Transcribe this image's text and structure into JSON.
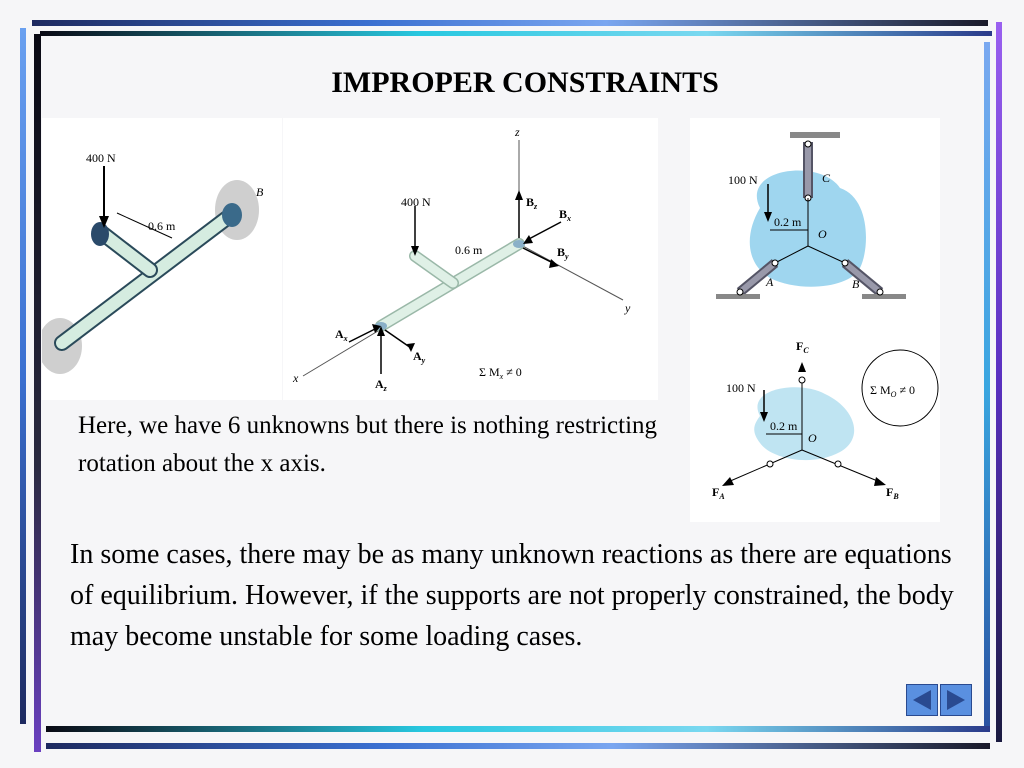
{
  "slide": {
    "title": "IMPROPER CONSTRAINTS",
    "caption_top": "Here, we have 6 unknowns but there is nothing restricting rotation about the x axis.",
    "caption_bottom": "In some cases, there may be as many unknown reactions as there are equations of equilibrium.  However, if the supports are not properly constrained, the body may become unstable for some loading cases."
  },
  "figure_left": {
    "force": "400 N",
    "dimension": "0.6 m",
    "point_b": "B"
  },
  "figure_fbd": {
    "force": "400 N",
    "dimension": "0.6 m",
    "axis_x": "x",
    "axis_y": "y",
    "axis_z": "z",
    "bz": "B",
    "bz_sub": "z",
    "bx": "B",
    "bx_sub": "x",
    "by": "B",
    "by_sub": "y",
    "ax": "A",
    "ax_sub": "x",
    "ay": "A",
    "ay_sub": "y",
    "az": "A",
    "az_sub": "z",
    "moment_eq": "Σ M",
    "moment_sub": "x",
    "moment_rhs": "≠ 0"
  },
  "figure_right_top": {
    "force": "100 N",
    "dimension": "0.2 m",
    "point_c": "C",
    "point_o": "O",
    "point_a": "A",
    "point_b": "B"
  },
  "figure_right_bottom": {
    "force": "100 N",
    "dimension": "0.2 m",
    "point_o": "O",
    "fc": "F",
    "fc_sub": "C",
    "fa": "F",
    "fa_sub": "A",
    "fb": "F",
    "fb_sub": "B",
    "moment_eq": "Σ M",
    "moment_sub": "O",
    "moment_rhs": "≠ 0"
  },
  "colors": {
    "body_fill": "#9fd6ef",
    "rod_fill": "#d5ece0",
    "nav_button": "#5a90e0"
  },
  "nav": {
    "prev_icon": "triangle-left-icon",
    "next_icon": "triangle-right-icon"
  }
}
